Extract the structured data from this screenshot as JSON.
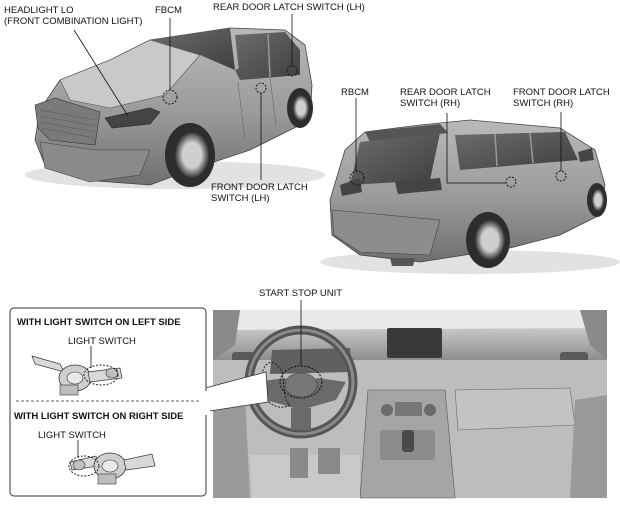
{
  "labels": {
    "headlight_lo_line1": "HEADLIGHT LO",
    "headlight_lo_line2": "(FRONT COMBINATION LIGHT)",
    "fbcm": "FBCM",
    "rear_door_latch_lh": "REAR DOOR LATCH SWITCH (LH)",
    "front_door_latch_lh_line1": "FRONT DOOR LATCH",
    "front_door_latch_lh_line2": "SWITCH (LH)",
    "rbcm": "RBCM",
    "rear_door_latch_rh_line1": "REAR DOOR LATCH",
    "rear_door_latch_rh_line2": "SWITCH (RH)",
    "front_door_latch_rh_line1": "FRONT DOOR LATCH",
    "front_door_latch_rh_line2": "SWITCH (RH)",
    "start_stop_unit": "START STOP UNIT",
    "with_light_switch_left": "WITH LIGHT SWITCH ON LEFT SIDE",
    "light_switch_left": "LIGHT SWITCH",
    "with_light_switch_right": "WITH LIGHT SWITCH ON RIGHT SIDE",
    "light_switch_right": "LIGHT SWITCH"
  }
}
